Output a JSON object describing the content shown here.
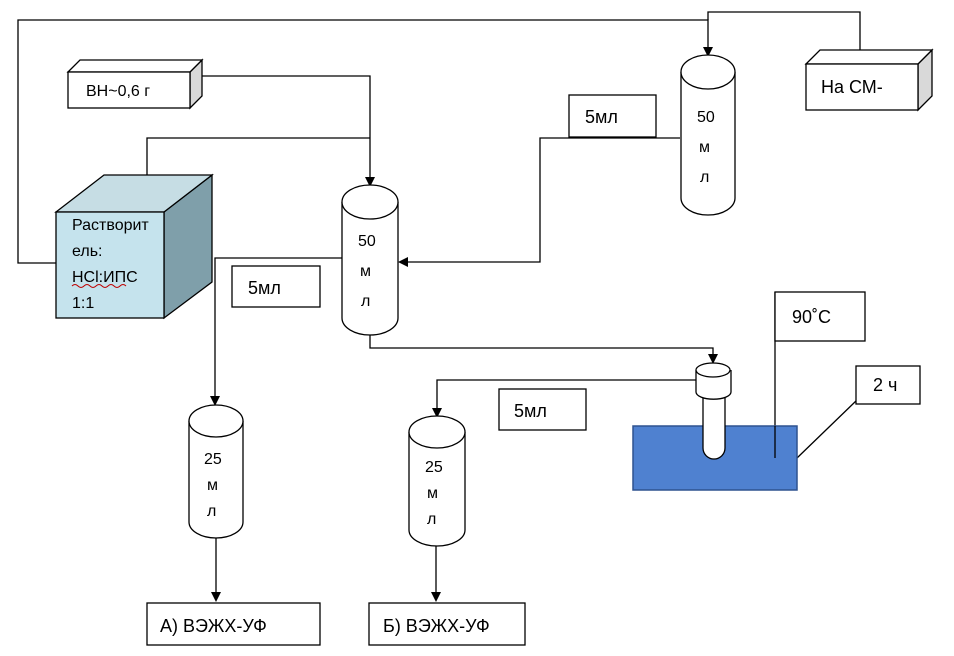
{
  "mass_box": {
    "text": "ВН~0,6 г"
  },
  "reagent_box": {
    "text": "На СМ-"
  },
  "solvent_cube": {
    "lines": [
      "Растворит",
      "ель:",
      "HCl:ИПС",
      "1:1"
    ]
  },
  "flask_top": {
    "lines": [
      "50",
      "м",
      "л"
    ]
  },
  "flask_center": {
    "lines": [
      "50",
      "м",
      "л"
    ]
  },
  "flask_left": {
    "lines": [
      "25",
      "м",
      "л"
    ]
  },
  "flask_mid": {
    "lines": [
      "25",
      "м",
      "л"
    ]
  },
  "volume_labels": {
    "top": "5мл",
    "left": "5мл",
    "bottom": "5мл"
  },
  "bath": {
    "temperature": "90˚С",
    "time": "2 ч",
    "color": "#4f81d0"
  },
  "outputs": {
    "a": "А) ВЭЖХ-УФ",
    "b": "Б) ВЭЖХ-УФ"
  }
}
